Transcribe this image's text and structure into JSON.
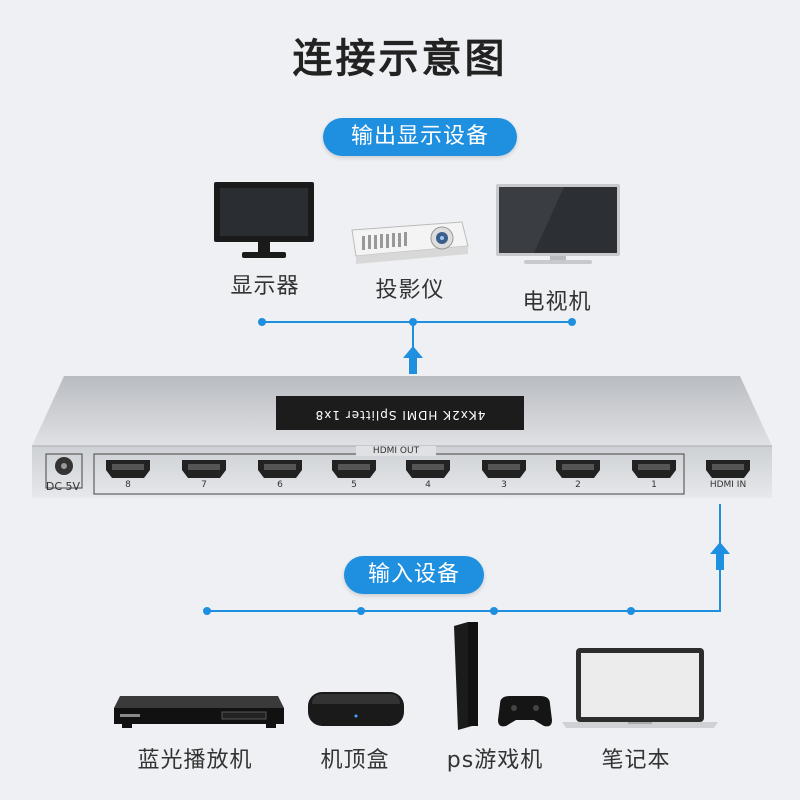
{
  "title": "连接示意图",
  "output_section": {
    "label": "输出显示设备",
    "devices": [
      {
        "label": "显示器",
        "icon": "monitor-icon"
      },
      {
        "label": "投影仪",
        "icon": "projector-icon"
      },
      {
        "label": "电视机",
        "icon": "tv-icon"
      }
    ]
  },
  "splitter": {
    "model_label": "4Kx2K HDMI Splitter 1x8",
    "hdmi_out_label": "HDMI OUT",
    "hdmi_in_label": "HDMI IN",
    "power_label": "DC 5V",
    "port_labels": [
      "8",
      "7",
      "6",
      "5",
      "4",
      "3",
      "2",
      "1"
    ]
  },
  "input_section": {
    "label": "输入设备",
    "devices": [
      {
        "label": "蓝光播放机",
        "icon": "bluray-player-icon"
      },
      {
        "label": "机顶盒",
        "icon": "set-top-box-icon"
      },
      {
        "label": "ps游戏机",
        "icon": "game-console-icon"
      },
      {
        "label": "笔记本",
        "icon": "laptop-icon"
      }
    ]
  },
  "colors": {
    "accent": "#1f8fe0",
    "background": "#eef0f3"
  }
}
